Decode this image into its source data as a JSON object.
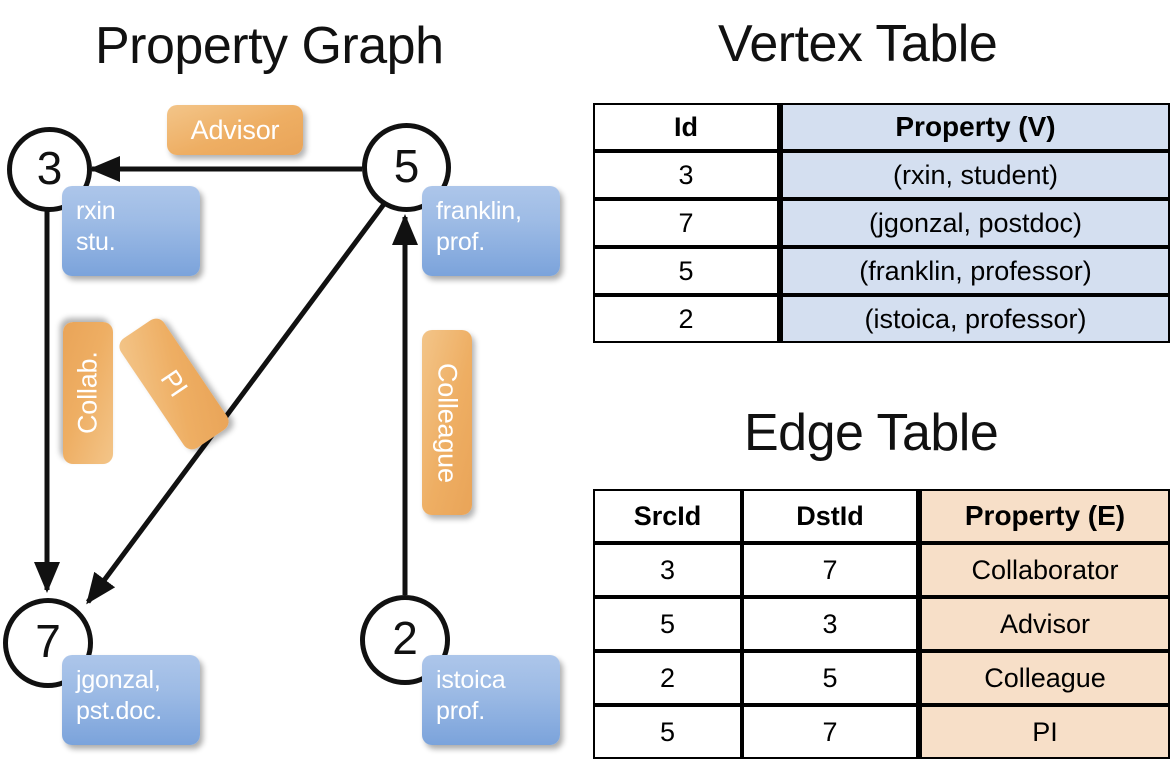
{
  "titles": {
    "property_graph": "Property Graph",
    "vertex_table": "Vertex Table",
    "edge_table": "Edge Table"
  },
  "graph": {
    "nodes": [
      {
        "id": "3",
        "property": "rxin\nstu."
      },
      {
        "id": "5",
        "property": "franklin,\nprof."
      },
      {
        "id": "7",
        "property": "jgonzal,\npst.doc."
      },
      {
        "id": "2",
        "property": "istoica\nprof."
      }
    ],
    "node_labels": {
      "n3": "3",
      "n5": "5",
      "n7": "7",
      "n2": "2"
    },
    "property_boxes": {
      "rxin_line1": "rxin",
      "rxin_line2": "stu.",
      "franklin_line1": "franklin,",
      "franklin_line2": "prof.",
      "jgonzal_line1": "jgonzal,",
      "jgonzal_line2": "pst.doc.",
      "istoica_line1": "istoica",
      "istoica_line2": "prof."
    },
    "edge_labels": {
      "advisor": "Advisor",
      "collab": "Collab.",
      "pi": "PI",
      "colleague": "Colleague"
    }
  },
  "vertex_table": {
    "headers": [
      "Id",
      "Property (V)"
    ],
    "rows": [
      {
        "id": "3",
        "property": "(rxin, student)"
      },
      {
        "id": "7",
        "property": "(jgonzal, postdoc)"
      },
      {
        "id": "5",
        "property": "(franklin, professor)"
      },
      {
        "id": "2",
        "property": "(istoica, professor)"
      }
    ]
  },
  "edge_table": {
    "headers": [
      "SrcId",
      "DstId",
      "Property (E)"
    ],
    "rows": [
      {
        "src": "3",
        "dst": "7",
        "property": "Collaborator"
      },
      {
        "src": "5",
        "dst": "3",
        "property": "Advisor"
      },
      {
        "src": "2",
        "dst": "5",
        "property": "Colleague"
      },
      {
        "src": "5",
        "dst": "7",
        "property": "PI"
      }
    ]
  },
  "colors": {
    "vertex_property_fill": "#d4dff0",
    "edge_property_fill": "#f7dfc8",
    "node_property_box": "#9dbbe5",
    "edge_label_box": "#eeae63",
    "stroke": "#111111",
    "background": "#ffffff"
  }
}
